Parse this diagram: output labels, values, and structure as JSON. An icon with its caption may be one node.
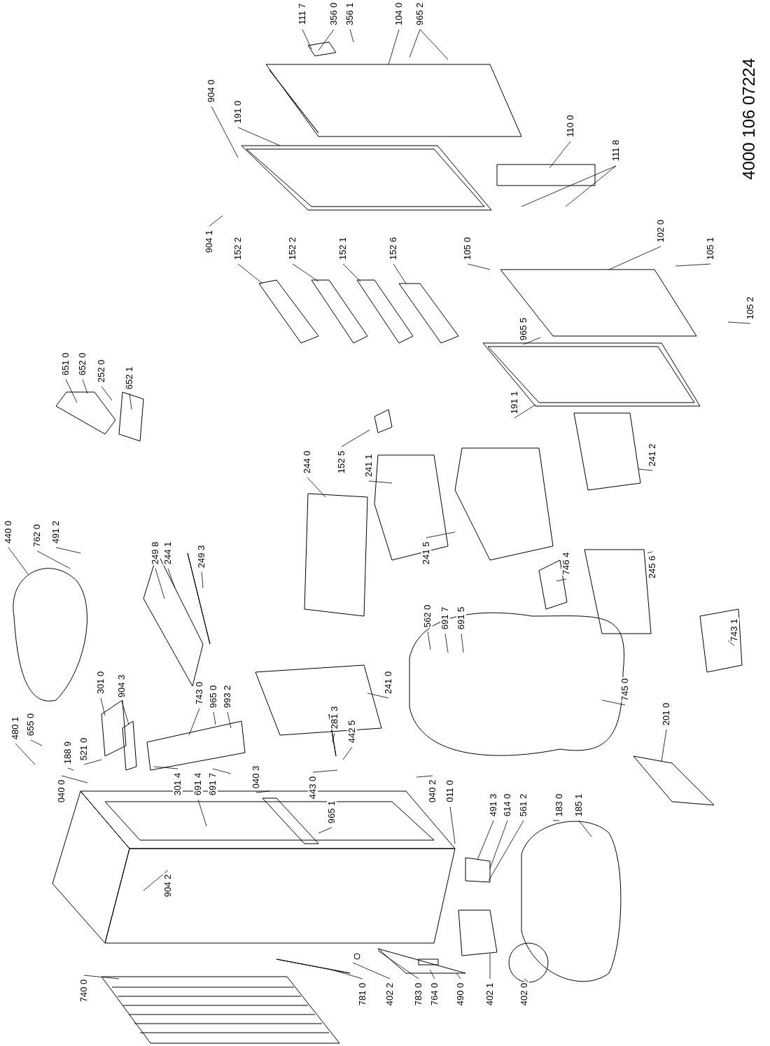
{
  "diagram": {
    "nodes": [
      {
        "text": [
          "111 7"
        ]
      },
      {
        "text": [
          "356 0"
        ]
      },
      {
        "text": [
          "356 1"
        ]
      },
      {
        "text": [
          "104 0"
        ]
      },
      {
        "text": [
          "965 2"
        ]
      },
      {
        "text": [
          "904 0"
        ]
      },
      {
        "text": [
          "191 0"
        ]
      },
      {
        "text": [
          "110 0"
        ]
      },
      {
        "text": [
          "111 8"
        ]
      },
      {
        "text": [
          "904 1"
        ]
      },
      {
        "text": [
          "152 2"
        ]
      },
      {
        "text": [
          "152 2"
        ]
      },
      {
        "text": [
          "152 1"
        ]
      },
      {
        "text": [
          "152 6"
        ]
      },
      {
        "text": [
          "105 0"
        ]
      },
      {
        "text": [
          "102 0"
        ]
      },
      {
        "text": [
          "105 1"
        ]
      },
      {
        "text": [
          "965 5"
        ]
      },
      {
        "text": [
          "105 2"
        ]
      },
      {
        "text": [
          "651 0"
        ]
      },
      {
        "text": [
          "652 0"
        ]
      },
      {
        "text": [
          "252 0"
        ]
      },
      {
        "text": [
          "652 1"
        ]
      },
      {
        "text": [
          "191 1"
        ]
      },
      {
        "text": [
          "244 0"
        ]
      },
      {
        "text": [
          "152 5"
        ]
      },
      {
        "text": [
          "241 1"
        ]
      },
      {
        "text": [
          "241 2"
        ]
      },
      {
        "text": [
          "440 0"
        ]
      },
      {
        "text": [
          "762 0"
        ]
      },
      {
        "text": [
          "491 2"
        ]
      },
      {
        "text": [
          "249 8"
        ]
      },
      {
        "text": [
          "244 1"
        ]
      },
      {
        "text": [
          "249 3"
        ]
      },
      {
        "text": [
          "241 5"
        ]
      },
      {
        "text": [
          "746 4"
        ]
      },
      {
        "text": [
          "245 6"
        ]
      },
      {
        "text": [
          "562 0"
        ]
      },
      {
        "text": [
          "691 7"
        ]
      },
      {
        "text": [
          "691 5"
        ]
      },
      {
        "text": [
          "745  0"
        ]
      },
      {
        "text": [
          "743 1"
        ]
      },
      {
        "text": [
          "301 0"
        ]
      },
      {
        "text": [
          "904 3"
        ]
      },
      {
        "text": [
          "743 0"
        ]
      },
      {
        "text": [
          "965 0"
        ]
      },
      {
        "text": [
          "993 2"
        ]
      },
      {
        "text": [
          "241 0"
        ]
      },
      {
        "text": [
          "201 0"
        ]
      },
      {
        "text": [
          "281 3"
        ]
      },
      {
        "text": [
          "442 5"
        ]
      },
      {
        "text": [
          "480 1"
        ]
      },
      {
        "text": [
          "655 0"
        ]
      },
      {
        "text": [
          "188 9"
        ]
      },
      {
        "text": [
          "521 0"
        ]
      },
      {
        "text": [
          "040 0"
        ]
      },
      {
        "text": [
          "301 4"
        ]
      },
      {
        "text": [
          "691 4"
        ]
      },
      {
        "text": [
          "691 7"
        ]
      },
      {
        "text": [
          "040 3"
        ]
      },
      {
        "text": [
          "443 0"
        ]
      },
      {
        "text": [
          "040 2"
        ]
      },
      {
        "text": [
          "011 0"
        ]
      },
      {
        "text": [
          "965 1"
        ]
      },
      {
        "text": [
          "491 3"
        ]
      },
      {
        "text": [
          "614 0"
        ]
      },
      {
        "text": [
          "561 2"
        ]
      },
      {
        "text": [
          "183 0"
        ]
      },
      {
        "text": [
          "185 1"
        ]
      },
      {
        "text": [
          "904 2"
        ]
      },
      {
        "text": [
          "740 0"
        ]
      },
      {
        "text": [
          "781 0"
        ]
      },
      {
        "text": [
          "402 2"
        ]
      },
      {
        "text": [
          "783 0"
        ]
      },
      {
        "text": [
          "764 0"
        ]
      },
      {
        "text": [
          "490 0"
        ]
      },
      {
        "text": [
          "402 1"
        ]
      },
      {
        "text": [
          "402 0"
        ]
      }
    ],
    "edges": [
      {
        "from": 0,
        "to": null,
        "arrow": "none"
      },
      {
        "from": 1,
        "to": null,
        "arrow": "none"
      },
      {
        "from": 2,
        "to": null,
        "arrow": "none"
      },
      {
        "from": 3,
        "to": null,
        "arrow": "none"
      },
      {
        "from": 4,
        "to": null,
        "arrow": "none"
      },
      {
        "from": 4,
        "to": null,
        "arrow": "none"
      },
      {
        "from": 5,
        "to": null,
        "arrow": "none"
      },
      {
        "from": 6,
        "to": null,
        "arrow": "none"
      },
      {
        "from": 7,
        "to": null,
        "arrow": "none"
      },
      {
        "from": 8,
        "to": null,
        "arrow": "none"
      },
      {
        "from": 8,
        "to": null,
        "arrow": "none"
      },
      {
        "from": 9,
        "to": null,
        "arrow": "none"
      },
      {
        "from": 10,
        "to": null,
        "arrow": "none"
      },
      {
        "from": 11,
        "to": null,
        "arrow": "none"
      },
      {
        "from": 12,
        "to": null,
        "arrow": "none"
      },
      {
        "from": 13,
        "to": null,
        "arrow": "none"
      },
      {
        "from": 14,
        "to": null,
        "arrow": "none"
      },
      {
        "from": 15,
        "to": null,
        "arrow": "none"
      },
      {
        "from": 16,
        "to": null,
        "arrow": "none"
      },
      {
        "from": 17,
        "to": null,
        "arrow": "none"
      },
      {
        "from": 18,
        "to": null,
        "arrow": "none"
      },
      {
        "from": 19,
        "to": null,
        "arrow": "none"
      },
      {
        "from": 20,
        "to": null,
        "arrow": "none"
      },
      {
        "from": 21,
        "to": null,
        "arrow": "none"
      },
      {
        "from": 22,
        "to": null,
        "arrow": "none"
      },
      {
        "from": 23,
        "to": null,
        "arrow": "none"
      },
      {
        "from": 24,
        "to": null,
        "arrow": "none"
      },
      {
        "from": 25,
        "to": null,
        "arrow": "none"
      },
      {
        "from": 26,
        "to": null,
        "arrow": "none"
      },
      {
        "from": 27,
        "to": null,
        "arrow": "none"
      },
      {
        "from": 28,
        "to": null,
        "arrow": "none"
      },
      {
        "from": 29,
        "to": null,
        "arrow": "none"
      },
      {
        "from": 30,
        "to": null,
        "arrow": "none"
      },
      {
        "from": 31,
        "to": null,
        "arrow": "none"
      },
      {
        "from": 32,
        "to": null,
        "arrow": "none"
      },
      {
        "from": 33,
        "to": null,
        "arrow": "none"
      },
      {
        "from": 34,
        "to": null,
        "arrow": "none"
      },
      {
        "from": 35,
        "to": null,
        "arrow": "none"
      },
      {
        "from": 36,
        "to": null,
        "arrow": "none"
      },
      {
        "from": 37,
        "to": null,
        "arrow": "none"
      },
      {
        "from": 38,
        "to": null,
        "arrow": "none"
      },
      {
        "from": 39,
        "to": null,
        "arrow": "none"
      },
      {
        "from": 40,
        "to": null,
        "arrow": "none"
      },
      {
        "from": 41,
        "to": null,
        "arrow": "none"
      },
      {
        "from": 42,
        "to": null,
        "arrow": "none"
      },
      {
        "from": 43,
        "to": null,
        "arrow": "none"
      },
      {
        "from": 44,
        "to": null,
        "arrow": "none"
      },
      {
        "from": 45,
        "to": null,
        "arrow": "none"
      },
      {
        "from": 46,
        "to": null,
        "arrow": "none"
      },
      {
        "from": 47,
        "to": null,
        "arrow": "none"
      },
      {
        "from": 48,
        "to": null,
        "arrow": "none"
      },
      {
        "from": 49,
        "to": null,
        "arrow": "none"
      },
      {
        "from": 50,
        "to": null,
        "arrow": "none"
      },
      {
        "from": 51,
        "to": null,
        "arrow": "none"
      },
      {
        "from": 52,
        "to": null,
        "arrow": "none"
      },
      {
        "from": 53,
        "to": null,
        "arrow": "none"
      },
      {
        "from": 54,
        "to": null,
        "arrow": "none"
      },
      {
        "from": 55,
        "to": null,
        "arrow": "none"
      },
      {
        "from": 56,
        "to": null,
        "arrow": "none"
      },
      {
        "from": 57,
        "to": null,
        "arrow": "none"
      },
      {
        "from": 58,
        "to": null,
        "arrow": "none"
      },
      {
        "from": 59,
        "to": null,
        "arrow": "none"
      },
      {
        "from": 60,
        "to": null,
        "arrow": "none"
      },
      {
        "from": 61,
        "to": null,
        "arrow": "none"
      },
      {
        "from": 62,
        "to": null,
        "arrow": "none"
      },
      {
        "from": 63,
        "to": null,
        "arrow": "none"
      },
      {
        "from": 64,
        "to": null,
        "arrow": "none"
      },
      {
        "from": 65,
        "to": null,
        "arrow": "none"
      },
      {
        "from": 66,
        "to": null,
        "arrow": "none"
      },
      {
        "from": 67,
        "to": null,
        "arrow": "none"
      },
      {
        "from": 68,
        "to": null,
        "arrow": "none"
      },
      {
        "from": 69,
        "to": null,
        "arrow": "none"
      },
      {
        "from": 70,
        "to": null,
        "arrow": "none"
      },
      {
        "from": 71,
        "to": null,
        "arrow": "none"
      },
      {
        "from": 72,
        "to": null,
        "arrow": "none"
      },
      {
        "from": 73,
        "to": null,
        "arrow": "none"
      },
      {
        "from": 74,
        "to": null,
        "arrow": "none"
      },
      {
        "from": 75,
        "to": null,
        "arrow": "none"
      },
      {
        "from": 76,
        "to": null,
        "arrow": "none"
      },
      {
        "from": 77,
        "to": null,
        "arrow": "none"
      }
    ],
    "labels": [
      "4000 106 07224"
    ]
  }
}
